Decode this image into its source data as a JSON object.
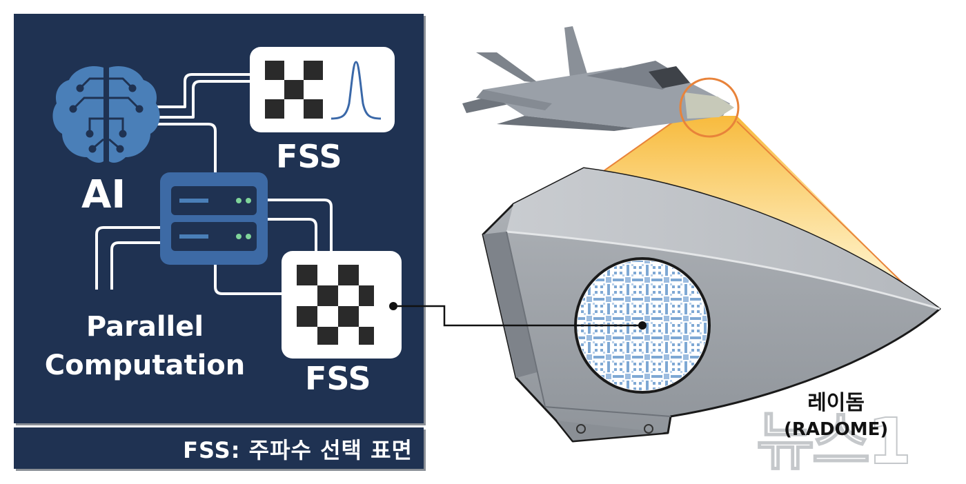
{
  "labels": {
    "ai": "AI",
    "fss_top": "FSS",
    "fss_bottom": "FSS",
    "parallel_line1": "Parallel",
    "parallel_line2": "Computation",
    "caption": "FSS: 주파수 선택 표면",
    "radome_ko": "레이돔",
    "radome_en": "(RADOME)"
  },
  "watermark": {
    "text": "뉴스1"
  },
  "colors": {
    "panel": "#1f3252",
    "ai_blue": "#4a7fb8",
    "server_blue": "#3d6aa5",
    "led_green": "#7fd49a",
    "highlight_orange": "#e8833a",
    "radome_gray": "#9ea3a8",
    "fss_pattern": "#7ea8d4"
  },
  "icons": [
    "brain-circuit-icon",
    "server-icon",
    "checker-fss-icon",
    "resonance-curve-icon",
    "fighter-jet-illustration",
    "radome-illustration"
  ]
}
